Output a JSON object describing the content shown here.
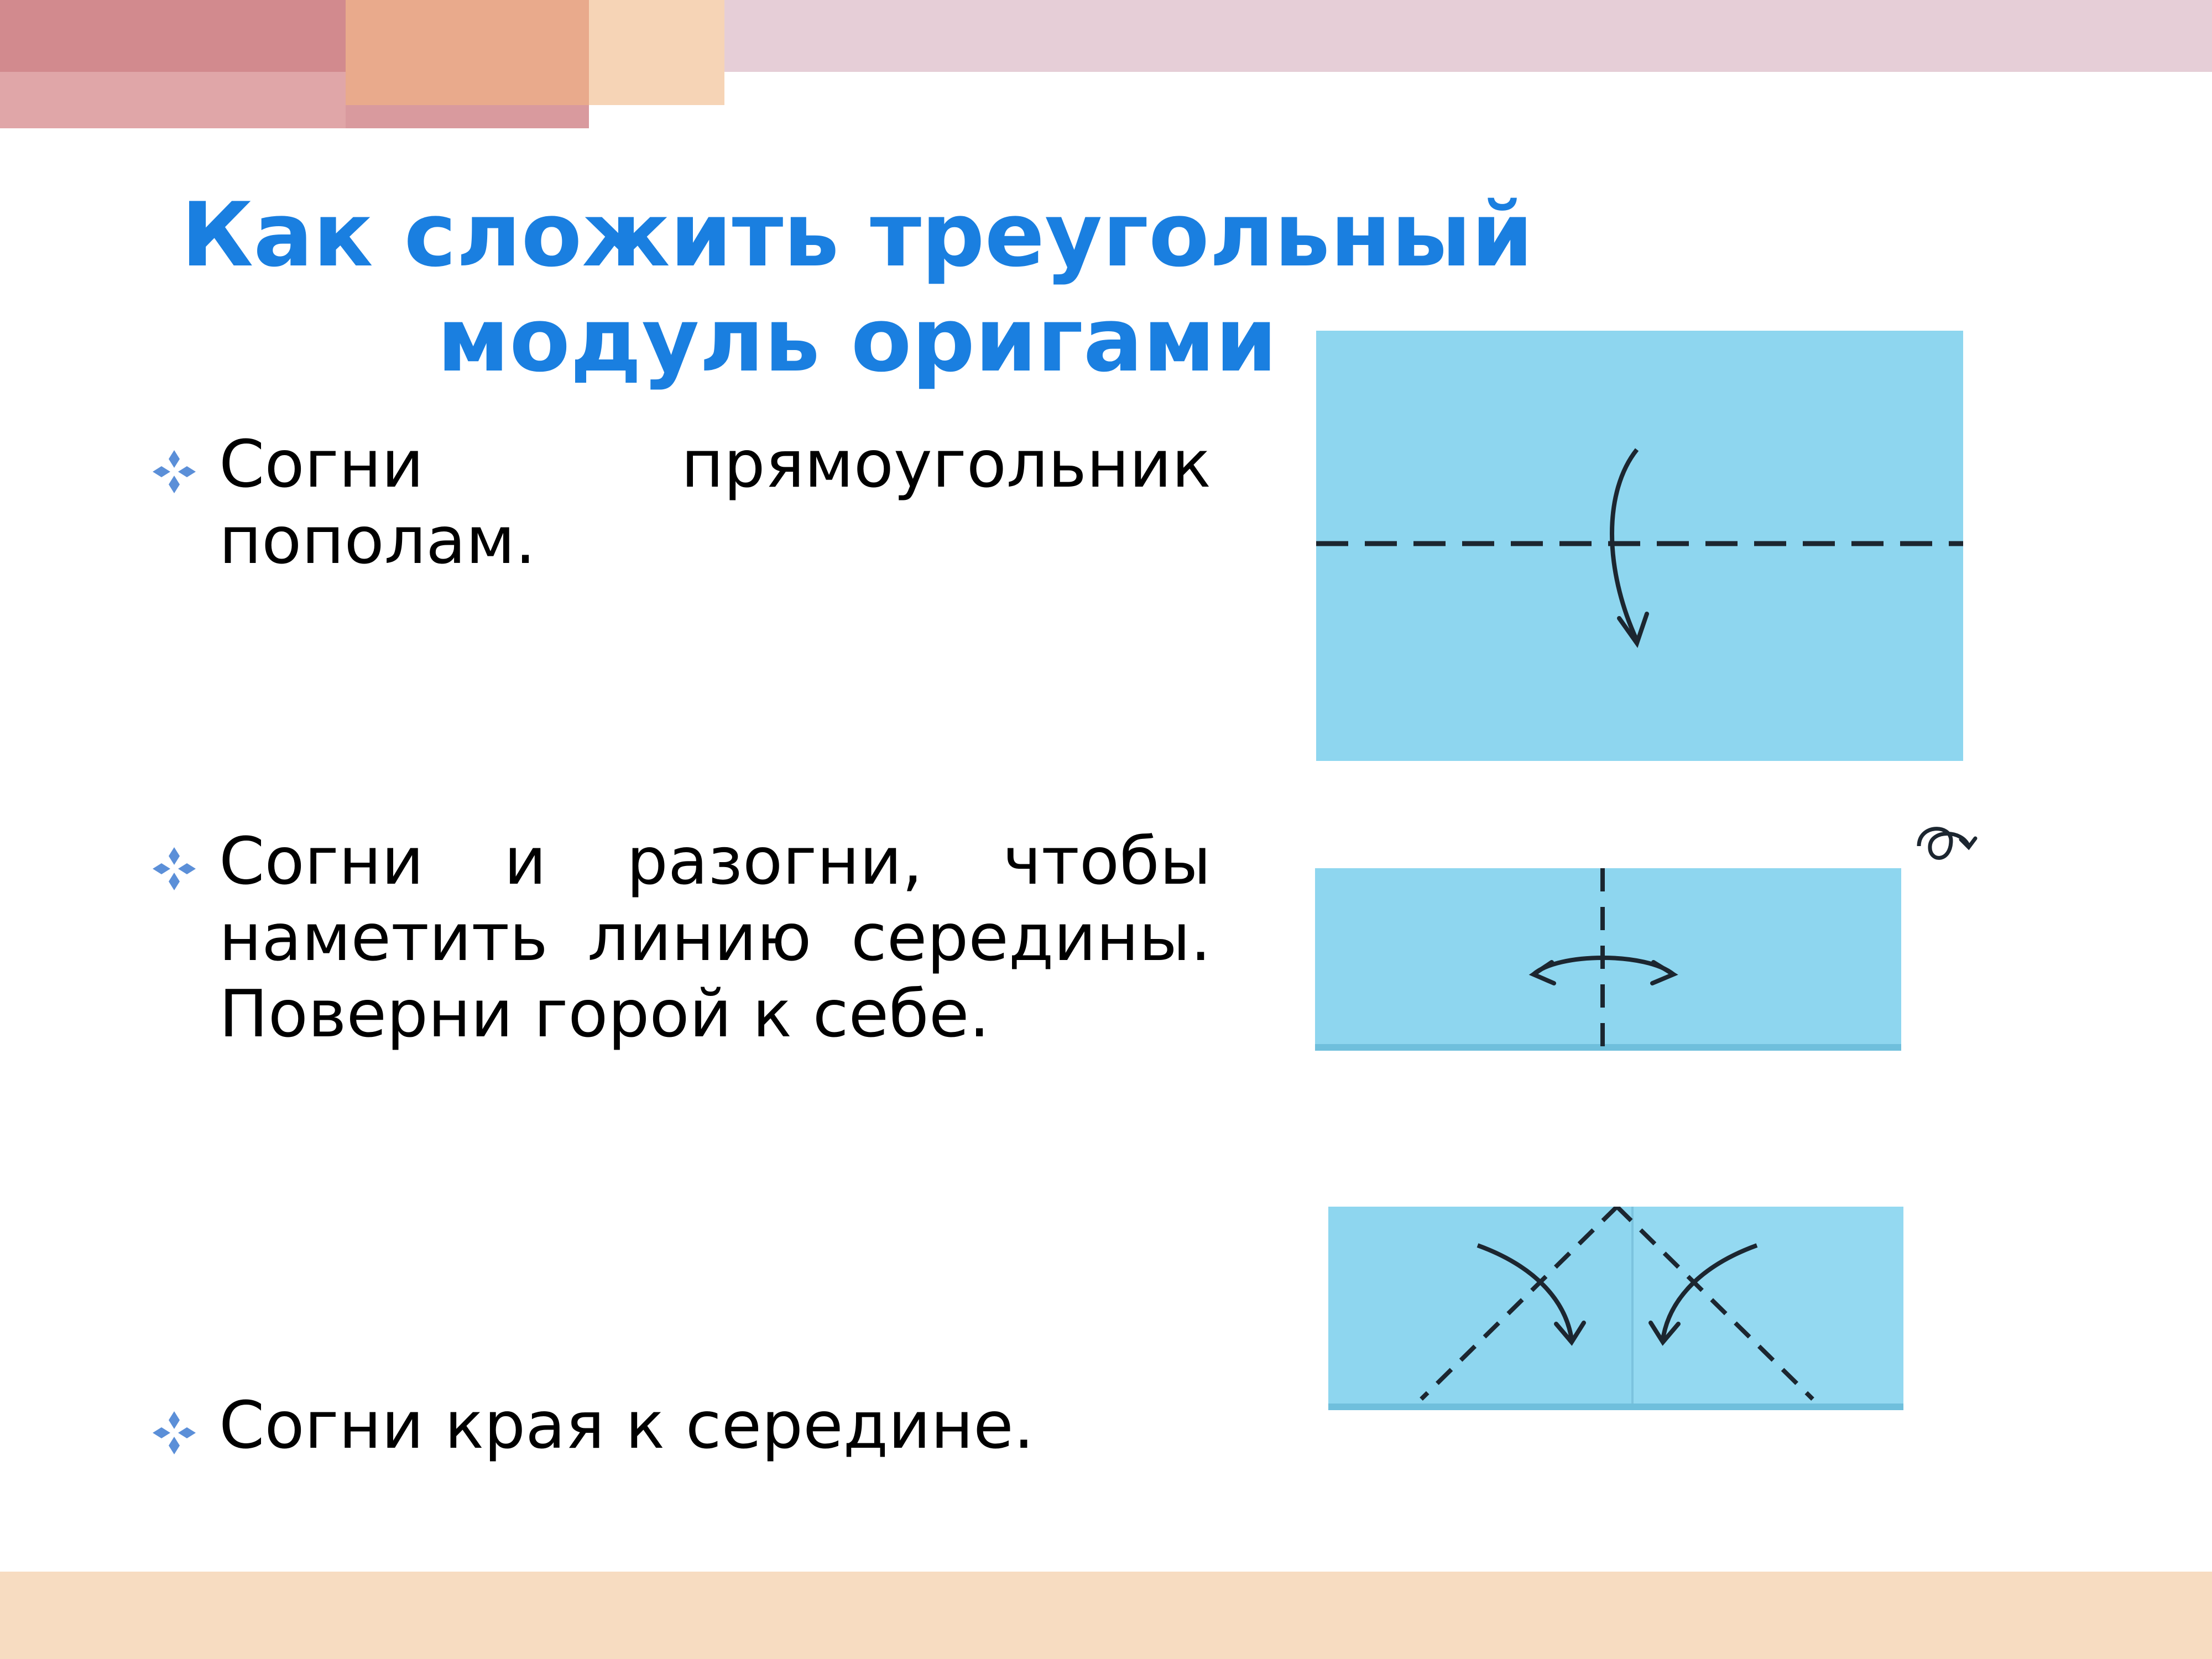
{
  "slide": {
    "title": "Как сложить треугольный модуль оригами",
    "colors": {
      "title": "#1a7fe0",
      "paper": "#8ed6ef",
      "bullet": "#5b8fd8",
      "bottom_band": "#f7dcc1"
    },
    "bullet_icon": "four-diamond-bullet-icon",
    "steps": [
      {
        "text": "Согни прямоугольник пополам.",
        "diagram": "fold-in-half-diagram"
      },
      {
        "text": "Согни и разогни, чтобы наметить линию середины. Поверни горой к себе.",
        "diagram": "fold-unfold-center-diagram"
      },
      {
        "text": "Согни края к середине.",
        "diagram": "fold-edges-to-center-diagram"
      }
    ]
  }
}
